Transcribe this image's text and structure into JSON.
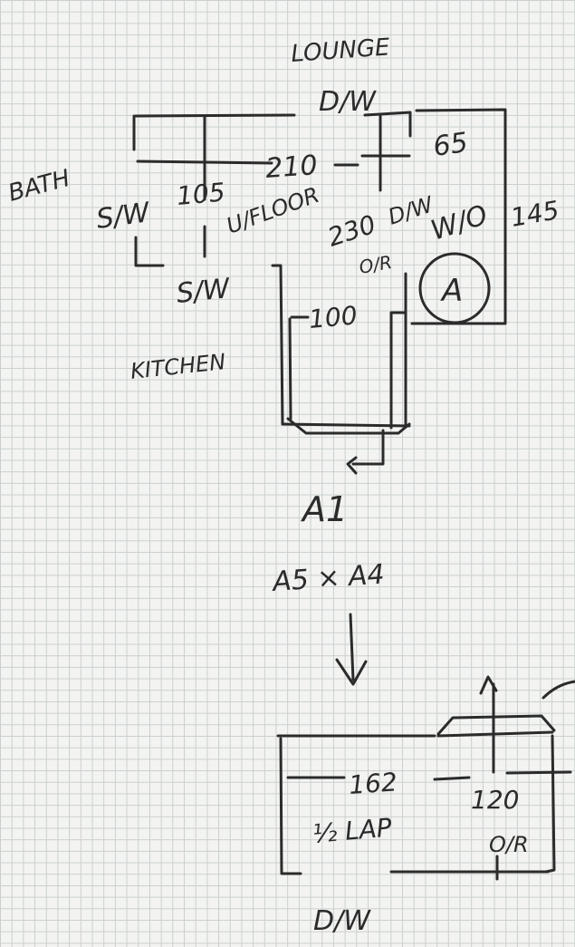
{
  "ink_color": "#2b2b2b",
  "paper_color": "#f3f4f1",
  "grid_color": "#c9cfcf",
  "labels": {
    "lounge": "LOUNGE",
    "lounge_door": "D/W",
    "bath": "BATH",
    "bath_left": "S/W",
    "dim_105": "105",
    "dim_210": "210",
    "dim_65": "65",
    "dim_145": "145",
    "u_floor": "U/FLOOR",
    "dim_230": "230",
    "dw_right": "D/W",
    "wo": "W/O",
    "op_upper": "O/R",
    "marker_a": "A",
    "sw_lower": "S/W",
    "dim_100": "100",
    "kitchen": "KITCHEN",
    "a1": "A1",
    "size": "A5 × A4",
    "dim_162": "162",
    "dim_120": "120",
    "half_lap": "½ LAP",
    "op_lower": "O/R",
    "bottom_dw": "D/W"
  }
}
